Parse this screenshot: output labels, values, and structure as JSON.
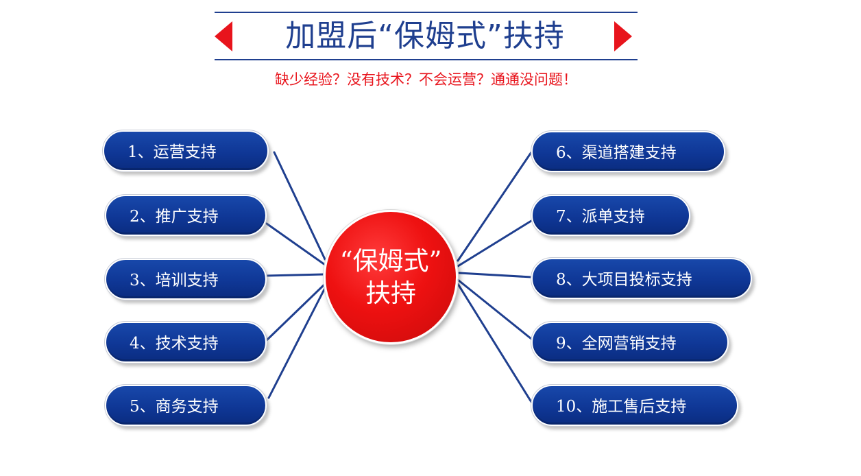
{
  "header": {
    "title": "加盟后“保姆式”扶持",
    "subtitle": "缺少经验？没有技术？不会运营？通通没问题！"
  },
  "center": {
    "line1": "“保姆式”",
    "line2": "扶持"
  },
  "left_items": [
    {
      "label": "1、运营支持"
    },
    {
      "label": "2、推广支持"
    },
    {
      "label": "3、培训支持"
    },
    {
      "label": "4、技术支持"
    },
    {
      "label": "5、商务支持"
    }
  ],
  "right_items": [
    {
      "label": "6、渠道搭建支持"
    },
    {
      "label": "7、派单支持"
    },
    {
      "label": "8、大项目投标支持"
    },
    {
      "label": "9、全网营销支持"
    },
    {
      "label": "10、施工售后支持"
    }
  ],
  "colors": {
    "brand_blue": "#1f3f8f",
    "pill_blue": "#0f3796",
    "accent_red": "#e8141c"
  }
}
